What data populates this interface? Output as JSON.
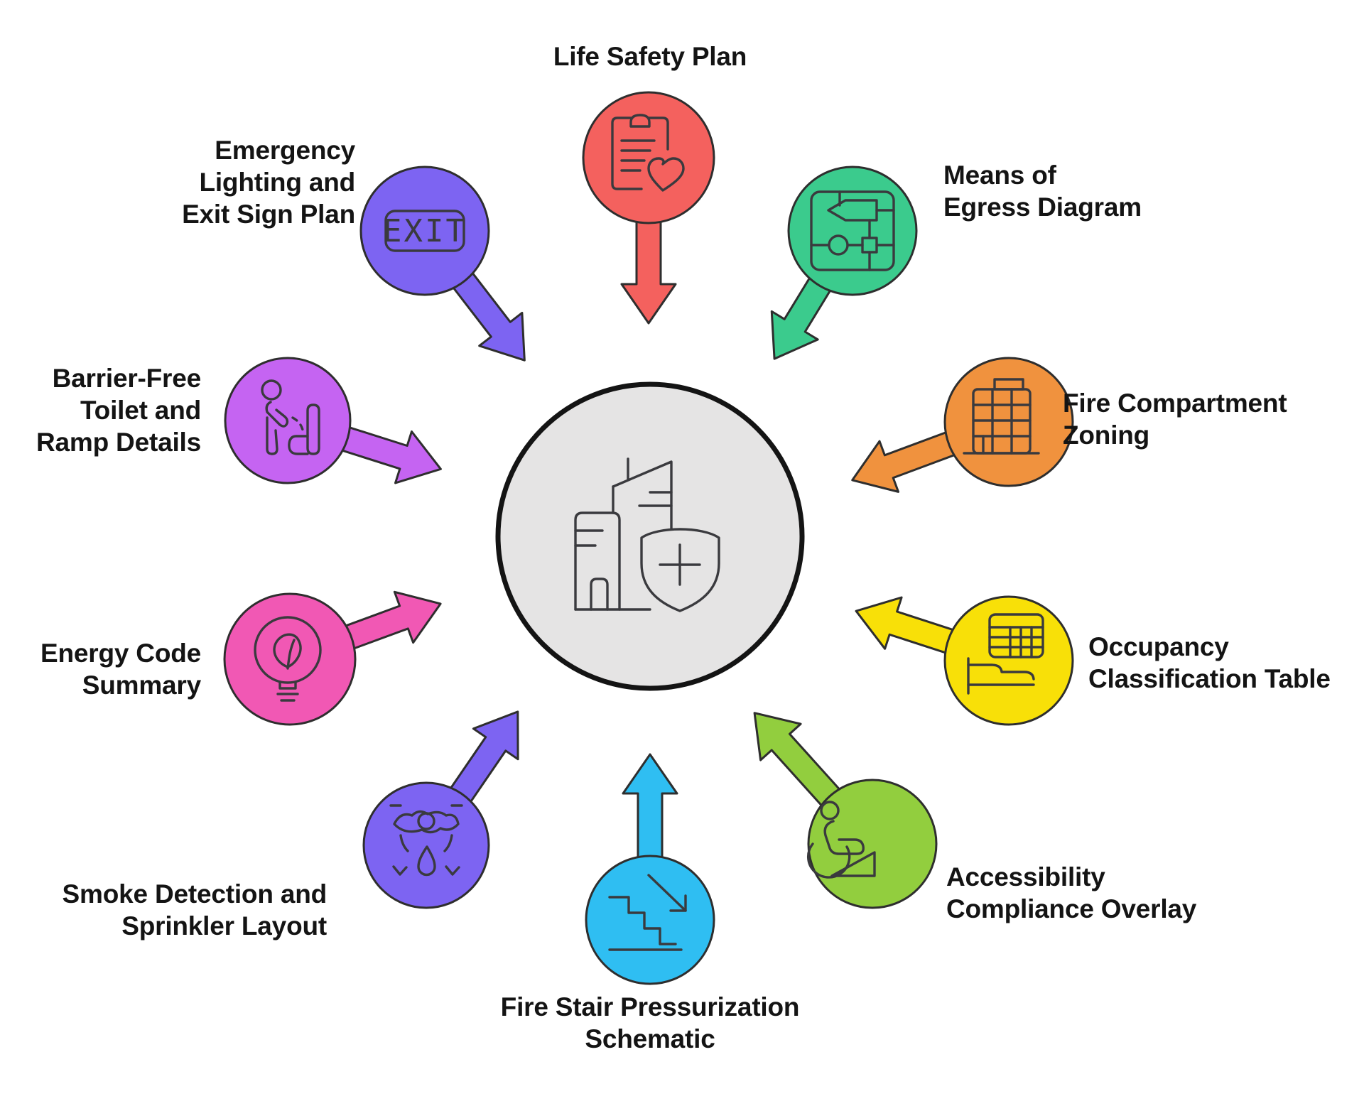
{
  "diagram": {
    "title": "Building code and life-safety documentation wheel",
    "background_color": "#ffffff",
    "center": {
      "icon": "building-shield-plus-icon",
      "fill_color": "#e5e4e4",
      "border_color": "#141414"
    },
    "nodes": [
      {
        "id": "life-safety-plan",
        "label": "Life Safety Plan",
        "color": "#f4615e",
        "icon": "clipboard-heart-icon"
      },
      {
        "id": "means-of-egress",
        "label": "Means of\nEgress Diagram",
        "color": "#3bcb8d",
        "icon": "floor-plan-route-icon"
      },
      {
        "id": "fire-compartment-zoning",
        "label": "Fire Compartment\nZoning",
        "color": "#f0923e",
        "icon": "building-windows-icon"
      },
      {
        "id": "occupancy-classification",
        "label": "Occupancy\nClassification Table",
        "color": "#f8e008",
        "icon": "table-bed-icon"
      },
      {
        "id": "accessibility-overlay",
        "label": "Accessibility\nCompliance Overlay",
        "color": "#92ce3e",
        "icon": "wheelchair-ramp-icon"
      },
      {
        "id": "fire-stair-pressurization",
        "label": "Fire Stair Pressurization\nSchematic",
        "color": "#2fbef2",
        "icon": "stairs-down-arrow-icon"
      },
      {
        "id": "smoke-detection",
        "label": "Smoke Detection and\nSprinkler Layout",
        "color": "#7d64f2",
        "icon": "sprinkler-head-icon"
      },
      {
        "id": "energy-code-summary",
        "label": "Energy Code\nSummary",
        "color": "#f158b4",
        "icon": "eco-lightbulb-icon"
      },
      {
        "id": "barrier-free-details",
        "label": "Barrier-Free\nToilet and\nRamp Details",
        "color": "#c564f2",
        "icon": "toilet-person-icon"
      },
      {
        "id": "emergency-lighting",
        "label": "Emergency\nLighting and\nExit Sign Plan",
        "color": "#7d64f2",
        "icon": "exit-sign-icon",
        "icon_text": "EXIT"
      }
    ]
  }
}
